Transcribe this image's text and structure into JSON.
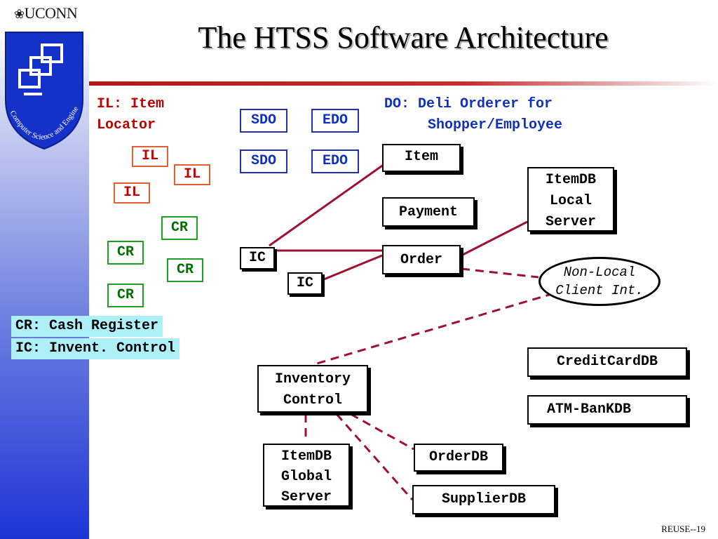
{
  "slide": {
    "title": "The HTSS Software Architecture",
    "slide_number": "REUSE--19"
  },
  "logo": {
    "university": "UCONN",
    "department": "Computer Science and Engineering"
  },
  "labels": {
    "il_line1": "IL: Item",
    "il_line2": "Locator",
    "do_line1": "DO: Deli Orderer for",
    "do_line2": "Shopper/Employee"
  },
  "legend": {
    "cr": "CR: Cash Register",
    "ic": "IC: Invent. Control"
  },
  "nodes": {
    "sdo1": "SDO",
    "sdo2": "SDO",
    "edo1": "EDO",
    "edo2": "EDO",
    "il1": "IL",
    "il2": "IL",
    "il3": "IL",
    "cr1": "CR",
    "cr2": "CR",
    "cr3": "CR",
    "cr4": "CR",
    "ic1": "IC",
    "ic2": "IC",
    "item": "Item",
    "payment": "Payment",
    "order": "Order",
    "itemdb_local": [
      "ItemDB",
      "Local",
      "Server"
    ],
    "non_local": [
      "Non-Local",
      "Client Int."
    ],
    "creditcarddb": "CreditCardDB",
    "atm_bankdb": "ATM-BanKDB",
    "inventory_control": [
      "Inventory",
      "Control"
    ],
    "itemdb_global": [
      "ItemDB",
      "Global",
      "Server"
    ],
    "orderdb": "OrderDB",
    "supplierdb": "SupplierDB"
  },
  "colors": {
    "connector": "#a01030",
    "title_rule": "#b21818",
    "legend_bg": "#aef0f8"
  }
}
